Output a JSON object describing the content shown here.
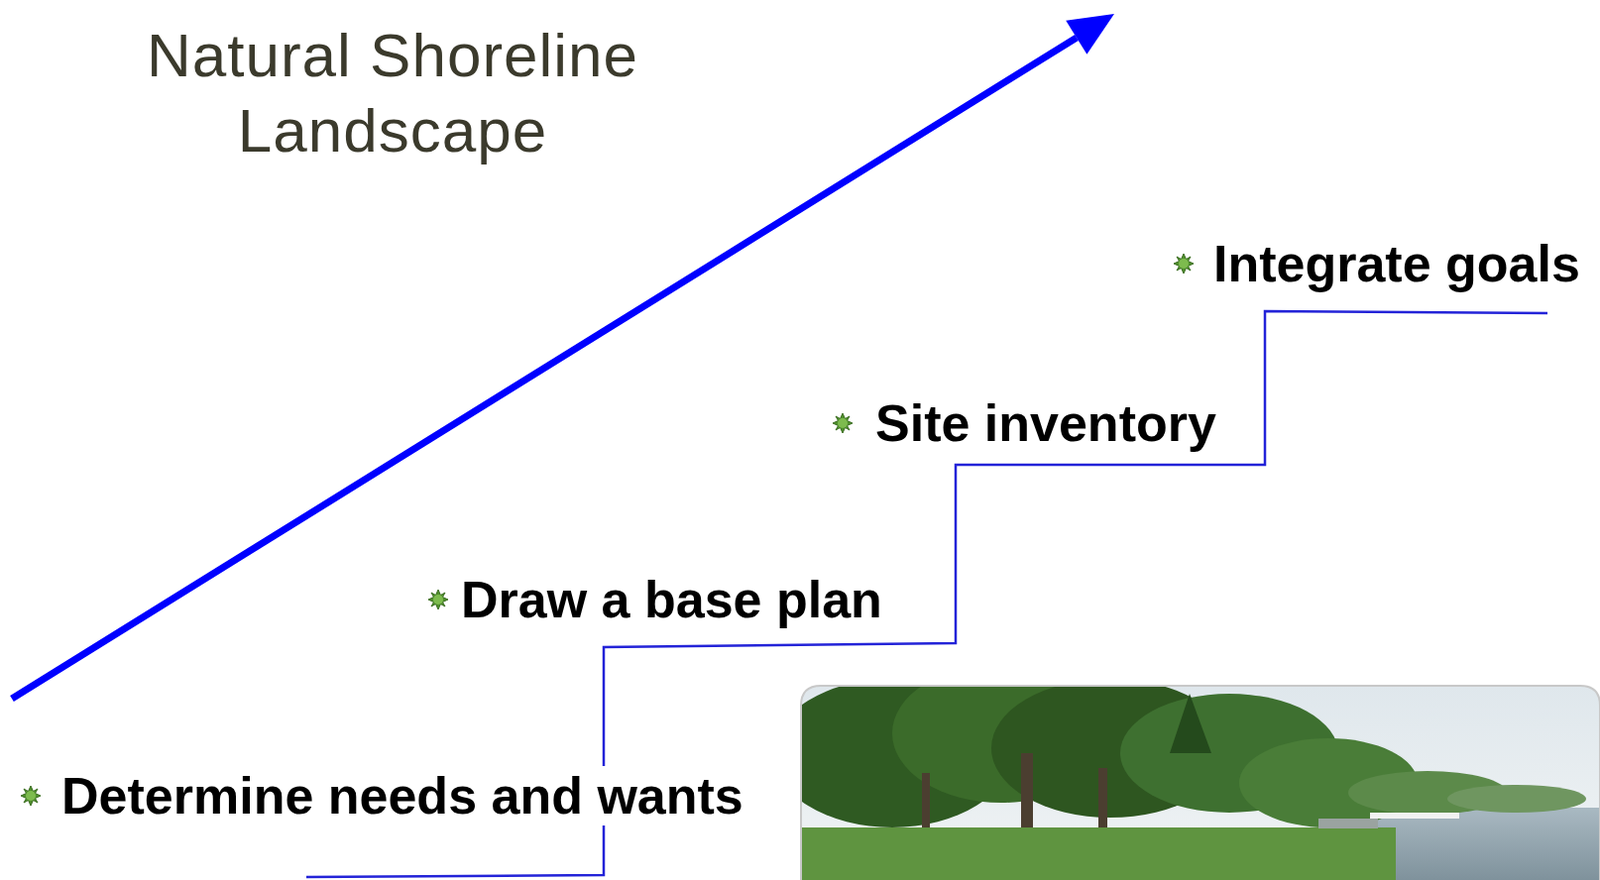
{
  "diagram": {
    "title": "Natural Shoreline Landscape",
    "labels": [
      "Determine needs and wants",
      "Draw a base plan",
      "Site inventory",
      "Integrate goals"
    ]
  }
}
